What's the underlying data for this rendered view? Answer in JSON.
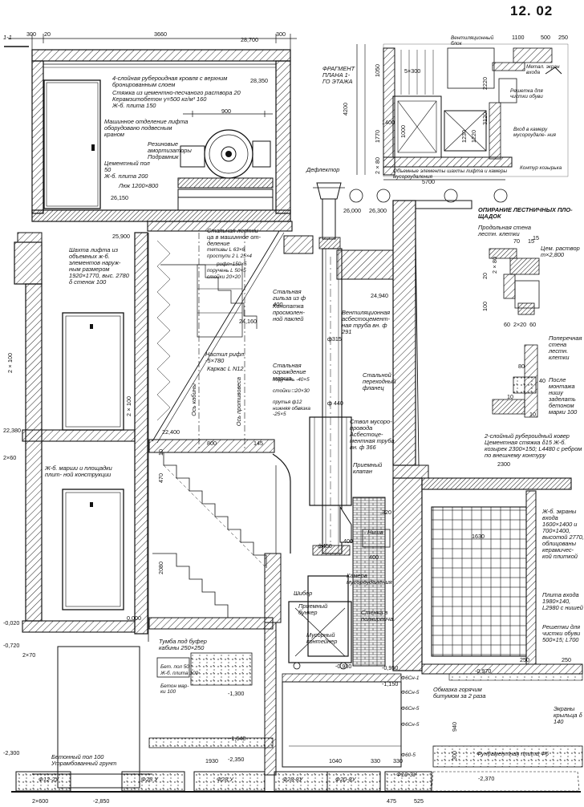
{
  "sheet_number": "12. 02",
  "section_mark": "1-1",
  "top_dims": [
    "300",
    "20",
    "3660",
    "28,700",
    "300"
  ],
  "elevations": [
    "28,350",
    "26,150",
    "25,900",
    "26,000",
    "26,300",
    "24,940",
    "24,160",
    "22,380",
    "22,400",
    "0,000",
    "-0,020",
    "-0,720",
    "-0,950",
    "-1,150",
    "-0,970",
    "-1,300",
    "-1,640",
    "-2,350",
    "-2,300",
    "-2,850",
    "-2,370",
    "-0,930"
  ],
  "plan": {
    "title": "ФРАГМЕНТ ПЛАНА 1-ГО ЭТАЖА",
    "labels": {
      "vent_block": "Вентиляционный блок",
      "metal_screen": "Метал. экран входа",
      "grating": "Решетка для чистки обуви",
      "entrance": "Вход в камеру мусороудале- ния",
      "volume_elems": "Объемные элементы шахты лифта и камеры мусороудаления",
      "porch_outline": "Контур козырька"
    },
    "dims": [
      "1100",
      "500",
      "250",
      "5×300",
      "2220",
      "1050",
      "3120",
      "4200",
      "1400",
      "1000",
      "1770",
      "2×80",
      "5700",
      "1230",
      "1220"
    ]
  },
  "elevator_labels": {
    "roof": "4-слойная рубероидная кровля с верхним бронированным слоем",
    "screed": "Стяжка из цементно-песчаного раствора 20",
    "ceramzit": "Керамзитобетон γ=500 кг/м³ 160",
    "slab": "Ж-б. плита 150",
    "machine_room": "Машинное отделение лифта оборудовано подвесным краном",
    "rubber": "Резиновые амортизаторы Подрамник",
    "cement_floor": "Цементный пол 50",
    "rc_slab": "Ж-б. плита 200",
    "hatch": "Люк 1200×800",
    "dim_900": "900",
    "shaft": "Шахта лифта из объемных ж-б. элементов наруж- ным размером 1920×1770, выс. 2780 δ стенок 100",
    "steel_ladder": "Стальная лестни- ца в машинное от- деление",
    "bowstrings": "тетивы L 63×6",
    "treads": "проступи 2 L 25×4",
    "steps": "рифл=150×5",
    "posts": "поручень L 50×5",
    "racks": "стойки 20×20",
    "platform": "Настил рифл. -5×780",
    "frame": "Каркас L N12",
    "cabin_axis": "Ось кабины",
    "cw_axis": "Ось противовеса",
    "steel_fence": "Стальная ограждение марша",
    "railing": "поручень -40×5",
    "balusters": "стойки □20×30",
    "bars": "прутья ф12",
    "bottom_tie": "нижняя обвязка -25×5",
    "platform_beams": "Ж-б. марши и площадки плит- ной конструкции",
    "buffer": "Тумба под буфер кабины 250×250",
    "concrete_floor": "Бет. пол 50",
    "rc_plate": "Ж-б. плита 100",
    "concrete_grade": "Бетон мар- ки 100",
    "base_floor": "Бетонный пол 100 Утрамбованный грунт"
  },
  "chute_labels": {
    "deflector": "Дефлектор",
    "steel_sleeve": "Стальная гильза из ф 400",
    "caulk": "Конопатка просмолен- ной паклей",
    "asbestos_pipe": "Вентиляционная асбестоцемент- ная труба вн. ф 291",
    "steel_flange": "Стальной переходный фланец",
    "trunk": "Ствол мусоро- провода Асбестоце- ментная труба вн. ф 366",
    "valve": "Приемный клапан",
    "niche": "Ниша",
    "chamber": "Камера мусороудаления",
    "gate": "Шибер",
    "hopper": "Приемный бункер",
    "brick_wall": "Стенка в полкирпича",
    "container": "Мусорный контейнер",
    "diam_315": "ф315",
    "diam_440": "ф 440",
    "diam_450": "ф450"
  },
  "right_labels": {
    "support_title": "ОПИРАНИЕ ЛЕСТНИЧНЫХ ПЛО- ЩАДОК",
    "long_wall": "Продольная стена лестн. клетки",
    "mortar": "Цем. раствор m×2,800",
    "cross_wall": "Поперечная стена лестн. клетки",
    "after_mount": "После монтажа нишу заделать бетоном марки 100",
    "roofing_2": "2-слойный рубероидный ковер Цементная стяжка δ15 Ж-б. козырек 2300×150; L4480 с ребром по внешнему контуру",
    "screens": "Ж-б. экраны входа 1600×1400 и 700×1400, высотой 2770, облицованы керамичес- кой плиткой",
    "entrance_slab": "Плита входа 1980×140, L2980 с нишей",
    "gratings": "Решетки для чистки обуви 500×15; L700",
    "bitumen": "Обмазка горячим битумом за 2 раза",
    "foundation": "Фундаментная плита Ф6",
    "screens_sm": "Экраны крыльца δ 140",
    "d_15": "15",
    "d_70": "70"
  },
  "foundation_marks": [
    "Ф12-2У",
    "Ф28 У",
    "Ф28 У",
    "Ф28-8У",
    "Ф20-8У",
    "Ф10-3У",
    "Ф6Сн-1",
    "Ф6Сн-5",
    "Ф6Сн-5",
    "Ф6Сн-5",
    "Ф60-5"
  ],
  "bottom_dims": [
    "2×600",
    "1930",
    "1040",
    "475",
    "525",
    "330",
    "330",
    "2300",
    "1630",
    "250",
    "250",
    "940",
    "300"
  ],
  "misc_dims": [
    "2×100",
    "2×100",
    "2×60",
    "2×70",
    "800",
    "145",
    "2080",
    "470",
    "10",
    "320",
    "400",
    "400",
    "15",
    "60  2×20  60",
    "2×80",
    "100",
    "80",
    "40",
    "10",
    "10",
    "20"
  ]
}
